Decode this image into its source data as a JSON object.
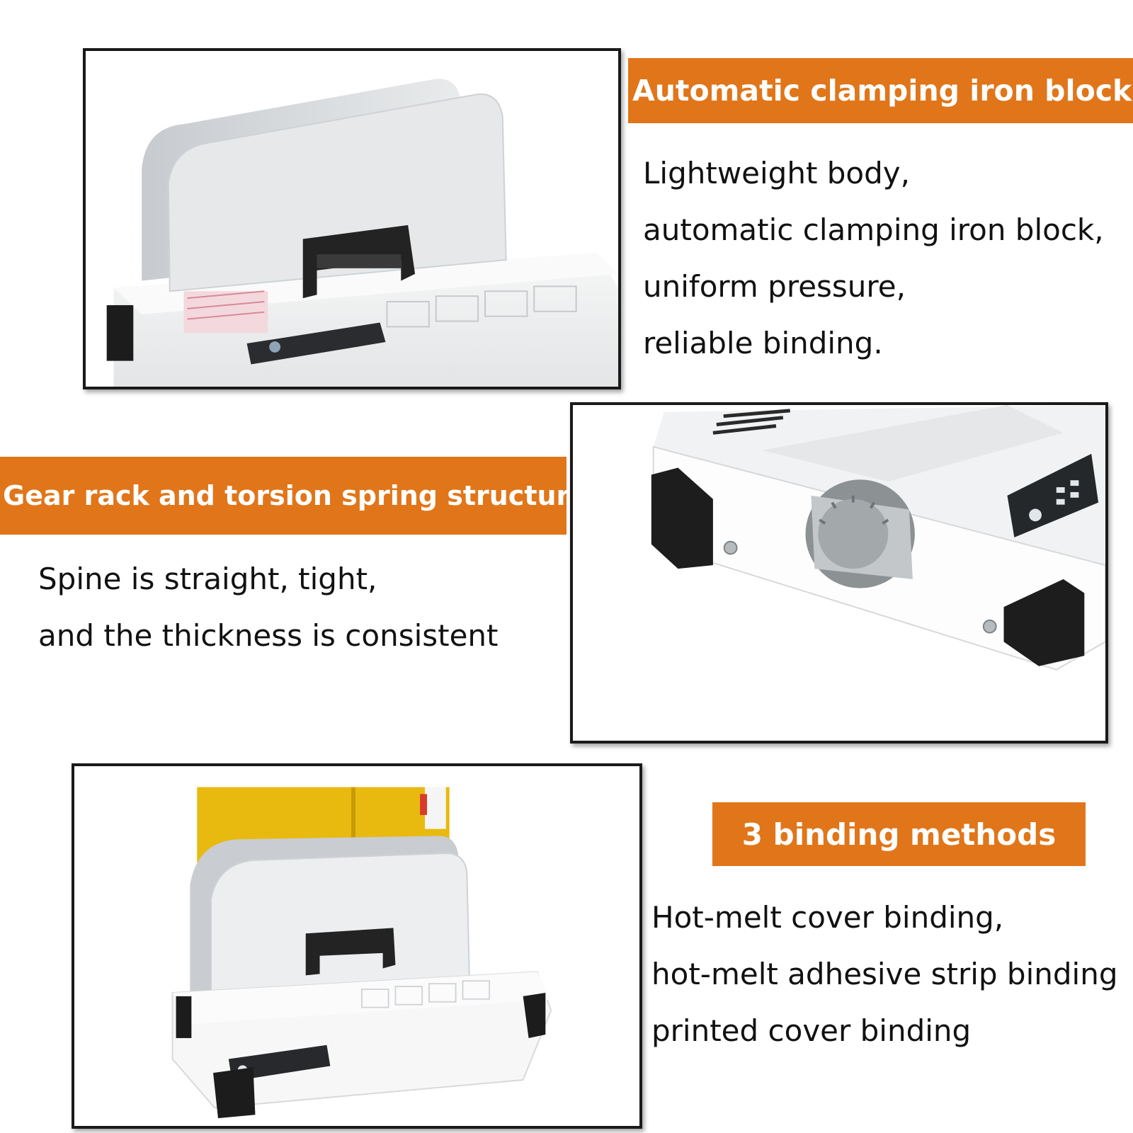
{
  "sections": [
    {
      "heading": "Automatic clamping iron block",
      "lines": [
        "Lightweight body,",
        "automatic clamping iron block,",
        "uniform pressure,",
        "reliable binding."
      ]
    },
    {
      "heading": "Gear rack and torsion spring structure",
      "lines": [
        "Spine is straight, tight,",
        "and the thickness is consistent"
      ]
    },
    {
      "heading": "3 binding methods",
      "lines": [
        "Hot-melt cover binding,",
        "hot-melt adhesive strip binding",
        "printed cover binding"
      ]
    }
  ],
  "colors": {
    "banner": "#e07619",
    "banner_text": "#ffffff",
    "frame_border": "#1a1a1a",
    "machine_body": "#f2f3f4",
    "feet": "#1c1c1c",
    "cover_yellow": "#e8b90f"
  }
}
